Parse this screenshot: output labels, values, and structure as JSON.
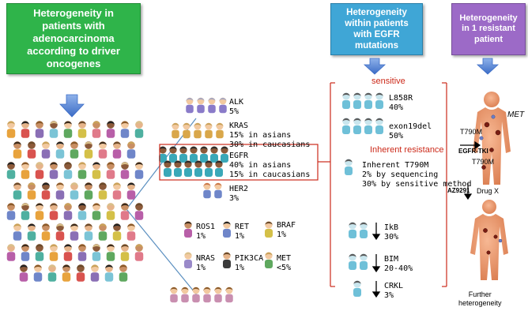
{
  "headers": {
    "green": "Heterogeneity in patients with adenocarcinoma according to driver oncogenes",
    "blue": "Heterogeneity within patients with EGFR mutations",
    "purple": "Heterogeneity in 1 resistant patient"
  },
  "oncogenes": {
    "alk": "ALK\n5%",
    "kras": "KRAS\n15% in asians\n30% in caucasians",
    "egfr": "EGFR\n40% in asians\n15% in caucasians",
    "her2": "HER2\n3%",
    "ros1": "ROS1\n1%",
    "ret": "RET\n1%",
    "braf": "BRAF\n1%",
    "nras": "NRAS\n1%",
    "pik3ca": "PIK3CA\n1%",
    "met": "MET\n<5%"
  },
  "egfr_section": {
    "sensitive_label": "sensitive",
    "l858r": "L858R\n40%",
    "exon19del": "exon19del\n50%",
    "inherent_resistance_label": "Inherent resistance",
    "t790m_inherent": "Inherent T790M\n2% by sequencing\n30% by sensitive method",
    "ikb": "IkB\n30%",
    "bim": "BIM\n20-40%",
    "crkl": "CRKL\n3%"
  },
  "patient_section": {
    "met_label": "MET",
    "t790m_top": "T790M",
    "egfr_tki": "EGFR-TKI",
    "t790m_bottom": "T790M",
    "az9291": "AZ9291",
    "drug_x": "Drug X",
    "further": "Further\nheterogeneity"
  },
  "colors": {
    "green": "#2fb44a",
    "blue": "#3fa6d6",
    "purple": "#9c6ac7",
    "arrow": "#4d7fd1",
    "red": "#cc2a1a",
    "body": "#f0a078"
  },
  "icons": [
    "arrow-down-icon",
    "crowd-icon",
    "person-icon",
    "human-body-icon",
    "tumor-icon"
  ]
}
